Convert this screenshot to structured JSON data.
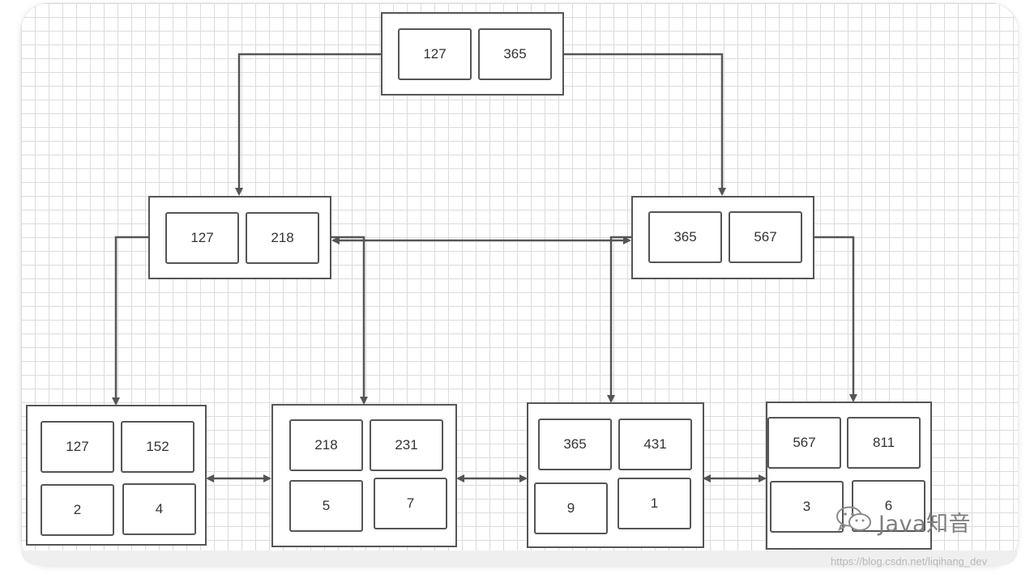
{
  "tree": {
    "root": {
      "keys": [
        "127",
        "365"
      ]
    },
    "internal": [
      {
        "keys": [
          "127",
          "218"
        ]
      },
      {
        "keys": [
          "365",
          "567"
        ]
      }
    ],
    "leaves": [
      {
        "keys": [
          "127",
          "152"
        ],
        "values": [
          "2",
          "4"
        ]
      },
      {
        "keys": [
          "218",
          "231"
        ],
        "values": [
          "5",
          "7"
        ]
      },
      {
        "keys": [
          "365",
          "431"
        ],
        "values": [
          "9",
          "1"
        ]
      },
      {
        "keys": [
          "567",
          "811"
        ],
        "values": [
          "3",
          "6"
        ]
      }
    ]
  },
  "watermark": {
    "icon": "wechat-icon",
    "text": "Java知音"
  },
  "source_url": "https://blog.csdn.net/liqihang_dev",
  "colors": {
    "stroke": "#555555",
    "grid": "#dcdcdc",
    "text": "#333333"
  }
}
